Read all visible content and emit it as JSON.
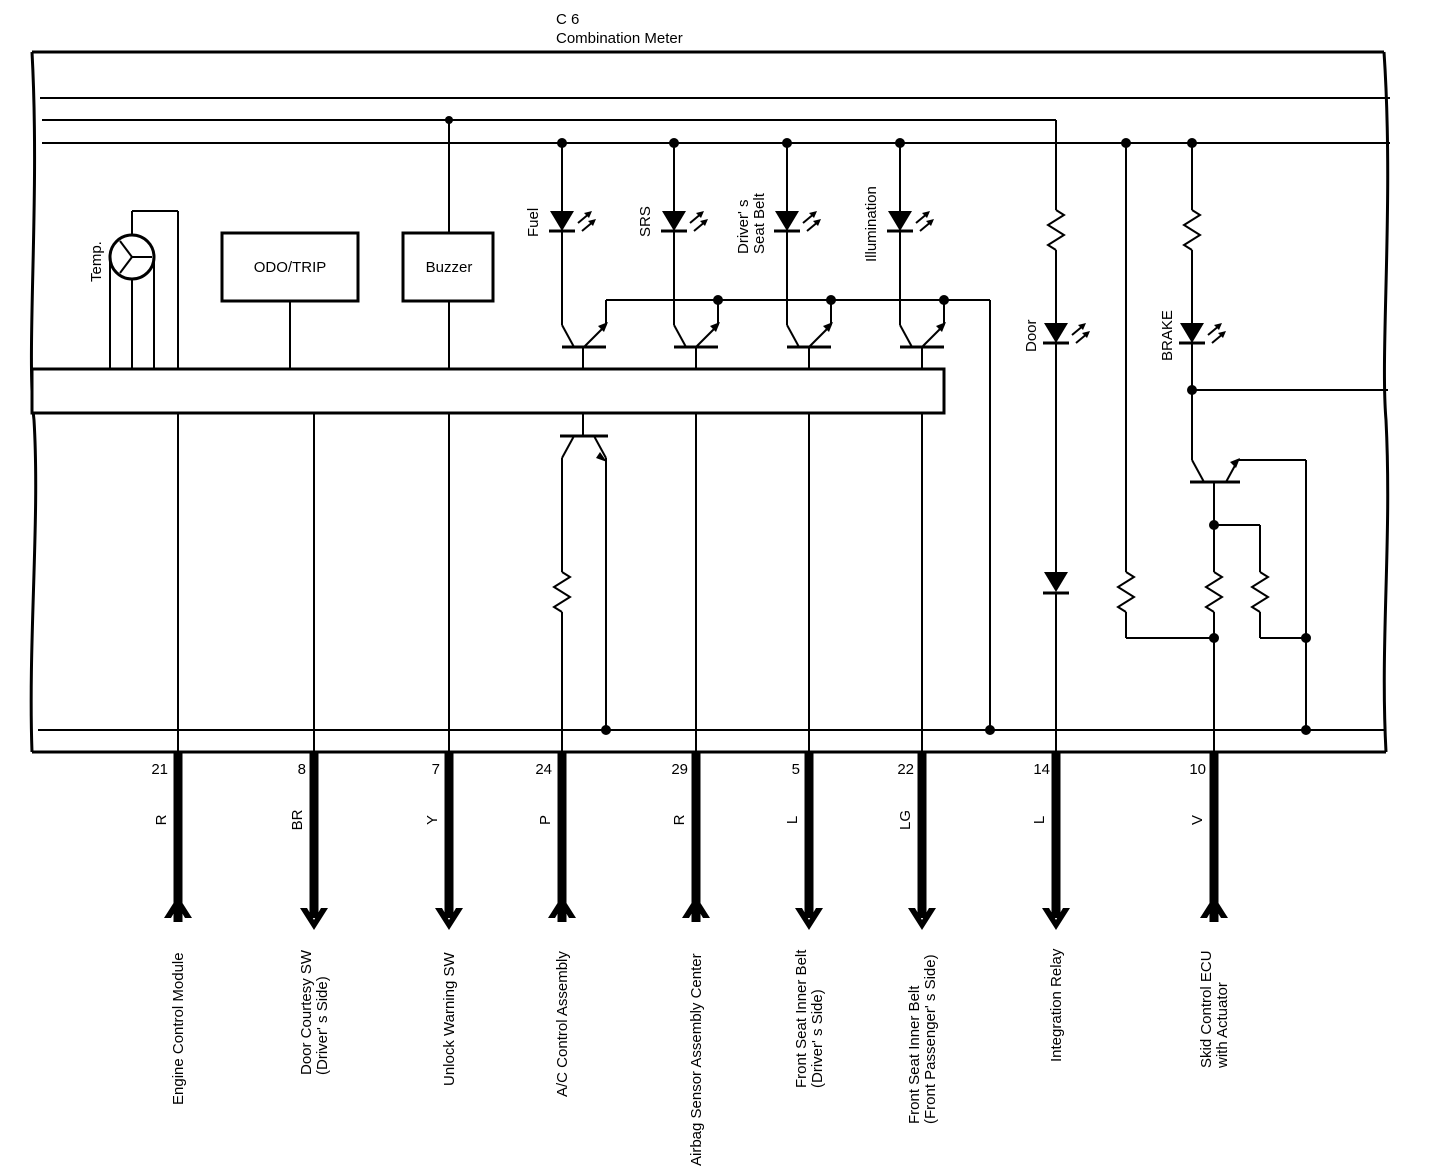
{
  "connector": {
    "code": "C 6",
    "name": "Combination Meter"
  },
  "components": {
    "temp_gauge": "Temp.",
    "odo_trip": "ODO/TRIP",
    "buzzer": "Buzzer",
    "fuel": "Fuel",
    "srs": "SRS",
    "seat_belt_line1": "Driver' s",
    "seat_belt_line2": "Seat Belt",
    "illumination": "Illumination",
    "door": "Door",
    "brake": "BRAKE"
  },
  "terminals": [
    {
      "pin": "21",
      "wire": "R",
      "dest1": "Engine Control Module",
      "dest2": ""
    },
    {
      "pin": "8",
      "wire": "BR",
      "dest1": "Door Courtesy SW",
      "dest2": "(Driver' s Side)"
    },
    {
      "pin": "7",
      "wire": "Y",
      "dest1": "Unlock Warning SW",
      "dest2": ""
    },
    {
      "pin": "24",
      "wire": "P",
      "dest1": "A/C Control Assembly",
      "dest2": ""
    },
    {
      "pin": "29",
      "wire": "R",
      "dest1": "Airbag Sensor Assembly Center",
      "dest2": ""
    },
    {
      "pin": "5",
      "wire": "L",
      "dest1": "Front Seat Inner Belt",
      "dest2": "(Driver' s Side)"
    },
    {
      "pin": "22",
      "wire": "LG",
      "dest1": "Front Seat Inner Belt",
      "dest2": "(Front Passenger' s Side)"
    },
    {
      "pin": "14",
      "wire": "L",
      "dest1": "Integration Relay",
      "dest2": ""
    },
    {
      "pin": "10",
      "wire": "V",
      "dest1": "Skid Control ECU",
      "dest2": "with Actuator"
    }
  ]
}
